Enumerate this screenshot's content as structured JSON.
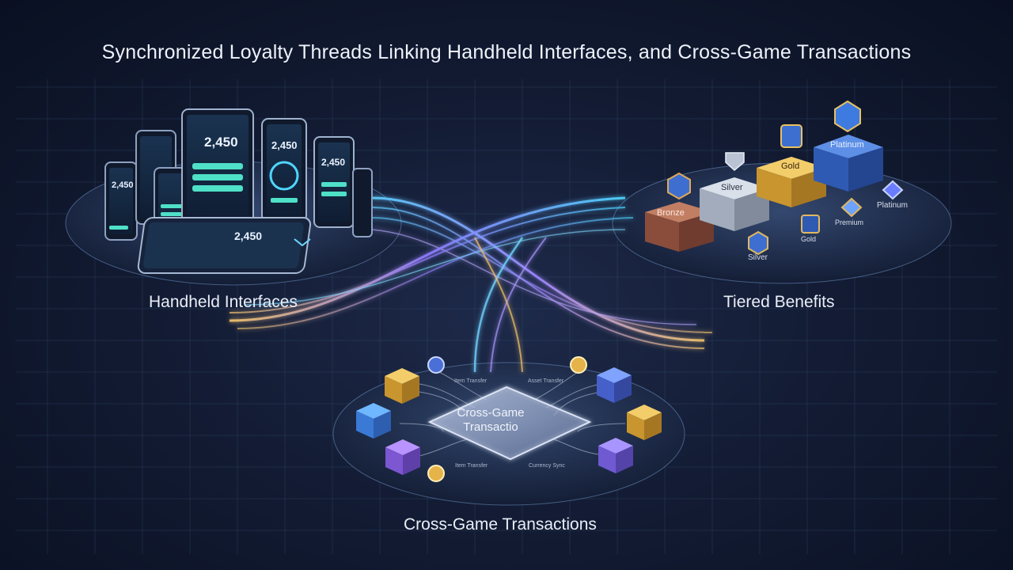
{
  "title": "Synchronized Loyalty Threads Linking Handheld Interfaces, and Cross-Game Transactions",
  "sections": {
    "handheld": {
      "label": "Handheld Interfaces"
    },
    "tiered": {
      "label": "Tiered Benefits"
    },
    "cross_game": {
      "label": "Cross-Game Transactions"
    }
  },
  "device_screens": {
    "phone_a": "2,450",
    "tablet_main": "2,450",
    "phone_b": "2,450",
    "phone_c": "2,450",
    "flat_tablet": "2,450"
  },
  "tiers": {
    "bronze": "Bronze",
    "silver": "Silver",
    "gold": "Gold",
    "platinum": "Platinum",
    "platinum_badge": "Platinum",
    "premium_badge": "Premium",
    "gold_badge": "Gold",
    "silver_badge": "Silver"
  },
  "transactions": {
    "plate_line1": "Cross-Game",
    "plate_line2": "Transactio",
    "tag_top_left": "Item Transfer",
    "tag_top_right": "Asset Transfer",
    "tag_bottom_left": "Item Transfer",
    "tag_bottom_right": "Currency Sync"
  },
  "colors": {
    "accent_cyan": "#4fd6ff",
    "accent_violet": "#8f7bff",
    "thread_gold": "#f3c46b",
    "bronze": "#a5604a",
    "silver": "#b9c3d4",
    "gold": "#d9a63c",
    "platinum": "#3d6fd0"
  }
}
